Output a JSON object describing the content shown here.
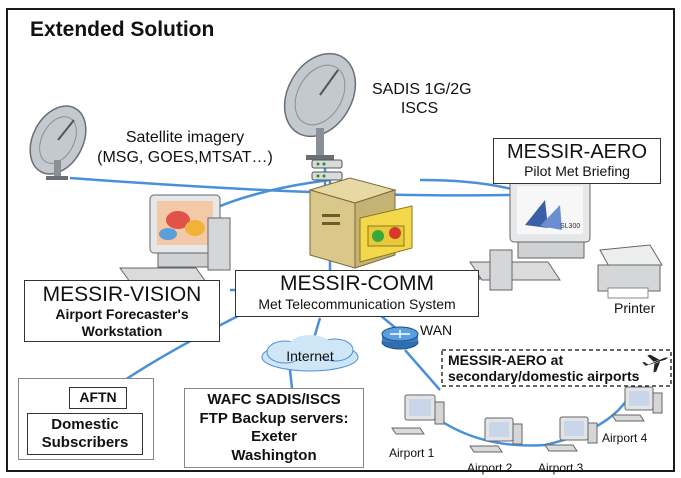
{
  "title": "Extended Solution",
  "sadis": {
    "line1": "SADIS 1G/2G",
    "line2": "ISCS"
  },
  "satellite": {
    "line1": "Satellite imagery",
    "line2": "(MSG, GOES,MTSAT…)"
  },
  "aero": {
    "title": "MESSIR-AERO",
    "subtitle": "Pilot Met Briefing"
  },
  "vision": {
    "title": "MESSIR-VISION",
    "line1": "Airport Forecaster's",
    "line2": "Workstation"
  },
  "comm": {
    "title": "MESSIR-COMM",
    "subtitle": "Met Telecommunication System"
  },
  "printer": "Printer",
  "wan": "WAN",
  "internet": "Internet",
  "aftn": "AFTN",
  "domestic": {
    "line1": "Domestic",
    "line2": "Subscribers"
  },
  "wafc": {
    "line1": "WAFC SADIS/ISCS",
    "line2": "FTP Backup servers:",
    "line3": "Exeter",
    "line4": "Washington"
  },
  "secondary": {
    "line1": "MESSIR-AERO at",
    "line2": "secondary/domestic airports"
  },
  "airports": [
    "Airport 1",
    "Airport 2",
    "Airport 3",
    "Airport 4"
  ],
  "screen_logo": "SL300",
  "colors": {
    "link": "#4a90d8",
    "cloud": "#cfe6f7",
    "router": "#3a7fc4",
    "dish": "#b8bec6"
  },
  "icons": [
    "satellite-dish-icon",
    "server-icon",
    "workstation-icon",
    "printer-icon",
    "router-icon",
    "cloud-icon",
    "airplane-icon",
    "modem-icon"
  ]
}
